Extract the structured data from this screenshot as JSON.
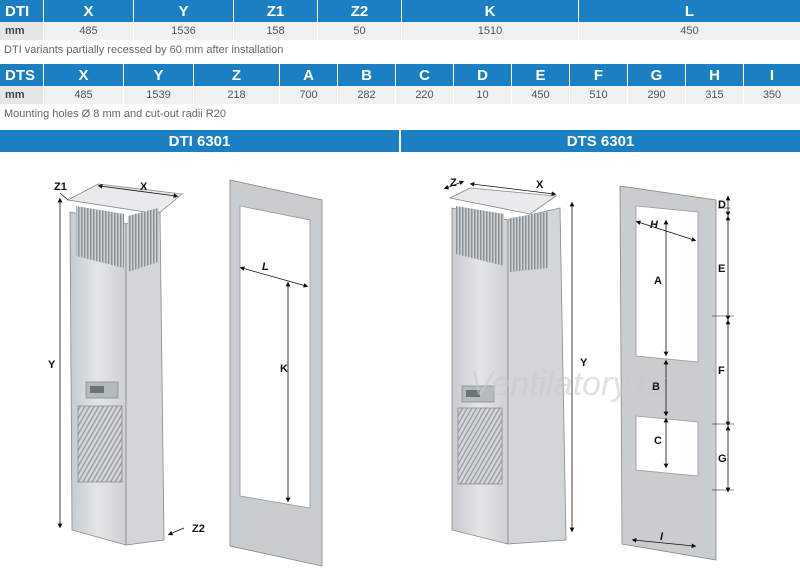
{
  "dti_table": {
    "headers": [
      "DTI",
      "X",
      "Y",
      "Z1",
      "Z2",
      "K",
      "L"
    ],
    "row": [
      "mm",
      "485",
      "1536",
      "158",
      "50",
      "1510",
      "450"
    ]
  },
  "dti_note": "DTI variants partially recessed by 60 mm after installation",
  "dts_table": {
    "headers": [
      "DTS",
      "X",
      "Y",
      "Z",
      "A",
      "B",
      "C",
      "D",
      "E",
      "F",
      "G",
      "H",
      "I"
    ],
    "row": [
      "mm",
      "485",
      "1539",
      "218",
      "700",
      "282",
      "220",
      "10",
      "450",
      "510",
      "290",
      "315",
      "350"
    ]
  },
  "dts_note": "Mounting holes Ø 8 mm and cut-out radii R20",
  "titles": {
    "left": "DTI 6301",
    "right": "DTS 6301"
  },
  "watermark": "Ventilatorу.ru",
  "dti_drawing_labels": {
    "z1": "Z1",
    "x": "X",
    "y": "Y",
    "z2": "Z2",
    "l": "L",
    "k": "K"
  },
  "dts_drawing_labels": {
    "z": "Z",
    "x": "X",
    "y": "Y",
    "d": "D",
    "h": "H",
    "e": "E",
    "a": "A",
    "b": "B",
    "f": "F",
    "c": "C",
    "g": "G",
    "i": "I"
  }
}
